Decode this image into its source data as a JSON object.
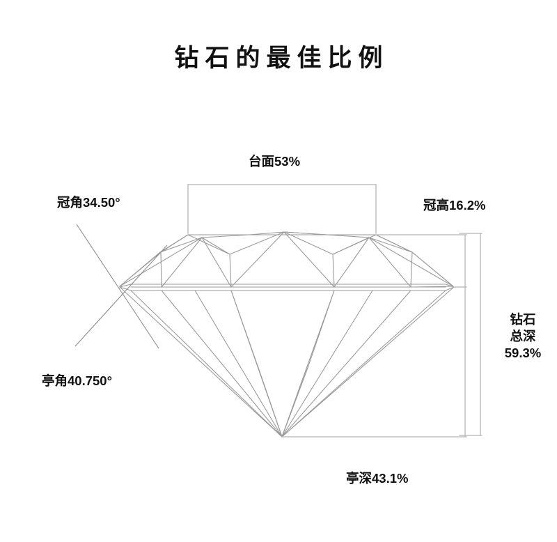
{
  "title": "钻石的最佳比例",
  "diagram": {
    "name": "round-brilliant-diamond-proportions",
    "line_color": "#9a9a9a",
    "dimension_line_color": "#b5b5b5",
    "text_color": "#111111",
    "background": "#ffffff"
  },
  "labels": {
    "table": "台面53%",
    "crown_angle": "冠角34.50°",
    "crown_height": "冠高16.2%",
    "pavilion_angle": "亭角40.750°",
    "total_depth_line1": "钻石",
    "total_depth_line2": "总深",
    "total_depth_line3": "59.3%",
    "pavilion_depth": "亭深43.1%"
  },
  "measurements": {
    "table_percent": "53%",
    "crown_angle_degrees": "34.50°",
    "crown_height_percent": "16.2%",
    "pavilion_angle_degrees": "40.750°",
    "total_depth_percent": "59.3%",
    "pavilion_depth_percent": "43.1%"
  }
}
